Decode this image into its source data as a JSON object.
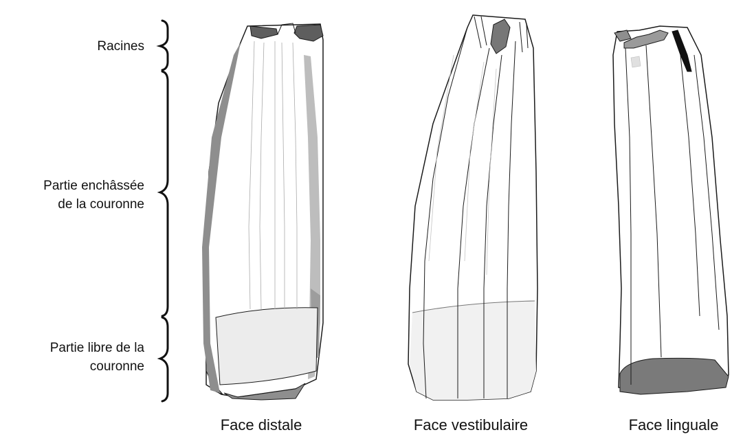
{
  "labels": {
    "roots": "Racines",
    "embedded_crown_line1": "Partie enchâssée",
    "embedded_crown_line2": "de la couronne",
    "free_crown_line1": "Partie libre de la",
    "free_crown_line2": "couronne"
  },
  "views": [
    {
      "caption": "Face distale"
    },
    {
      "caption": "Face vestibulaire"
    },
    {
      "caption": "Face linguale"
    }
  ],
  "colors": {
    "outline": "#1a1a1a",
    "dark_fill": "#7a7a7a",
    "medium_fill": "#a9a9a9",
    "light_fill": "#e6e6e6",
    "stripe": "#cfcfcf"
  }
}
